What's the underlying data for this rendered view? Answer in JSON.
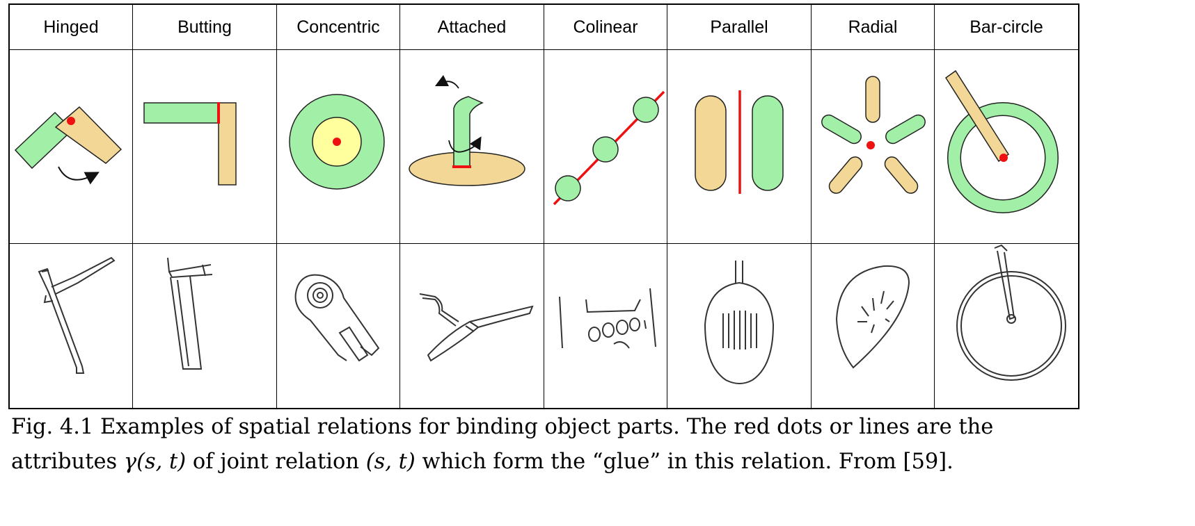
{
  "figure": {
    "columns": [
      "Hinged",
      "Butting",
      "Concentric",
      "Attached",
      "Colinear",
      "Parallel",
      "Radial",
      "Bar-circle"
    ],
    "colors": {
      "green": "#a2f0a8",
      "tan": "#f3d796",
      "yellow": "#ffff9e",
      "red": "#ee1111",
      "outline": "#222222"
    },
    "row_diagrams": "schematic-relation-icons",
    "row_sketches": "object-part-sketches"
  },
  "caption": {
    "line1": "Fig. 4.1  Examples of spatial relations for binding object parts. The red dots or lines are the",
    "line2_a": "attributes ",
    "line2_math1": "γ(s, t)",
    "line2_b": " of joint relation ",
    "line2_math2": "(s, t)",
    "line2_c": " which form the “glue” in this relation. From [59]."
  }
}
